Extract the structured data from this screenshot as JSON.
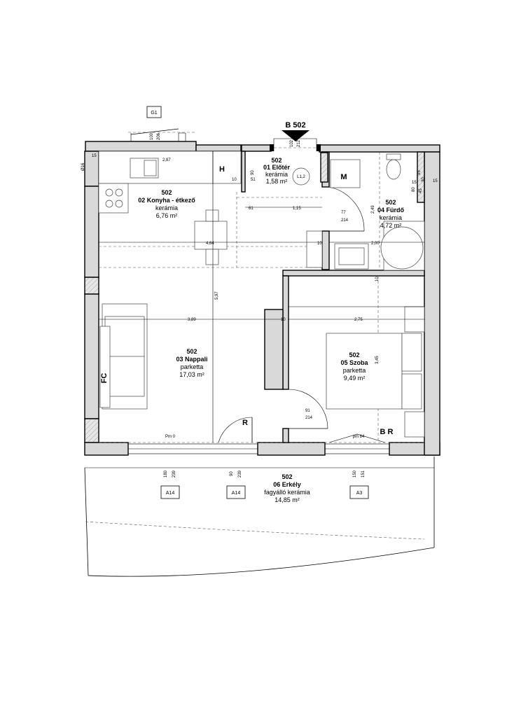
{
  "marker_top": "B 502",
  "rooms": {
    "eloter": {
      "num": "502",
      "name": "01 Előtér",
      "floor": "kerámia",
      "area": "1,58 m²"
    },
    "konyha": {
      "num": "502",
      "name": "02 Konyha - étkező",
      "floor": "kerámia",
      "area": "6,76 m²"
    },
    "nappali": {
      "num": "502",
      "name": "03 Nappali",
      "floor": "parketta",
      "area": "17,03 m²"
    },
    "furdo": {
      "num": "502",
      "name": "04 Fürdő",
      "floor": "kerámia",
      "area": "4,72 m²"
    },
    "szoba": {
      "num": "502",
      "name": "05 Szoba",
      "floor": "parketta",
      "area": "9,49 m²"
    },
    "erkely": {
      "num": "502",
      "name": "06 Erkély",
      "floor": "fagyálló kerámia",
      "area": "14,85 m²"
    }
  },
  "labels": {
    "h": "H",
    "m": "M",
    "r": "R",
    "br": "B R",
    "fc": "FC",
    "l12": "L1,2"
  },
  "levels": {
    "pm0": "Pm 0",
    "pm84": "pm 84"
  },
  "tags": {
    "g1": "G1",
    "a14_left": "A14",
    "a14_mid": "A14",
    "a3": "A3"
  },
  "dims": {
    "d100": "100",
    "d206": "206",
    "d102": "102",
    "d212": "212",
    "d287": "2,87",
    "d10a": "10",
    "d51": "51",
    "d90": "90",
    "d61": "61",
    "d115": "1,15",
    "d77": "77",
    "d214a": "214",
    "d249": "2,49",
    "d95": "95",
    "d30": "30",
    "d15a": "15",
    "d15b": "15",
    "d80": "80",
    "d45": "45",
    "d15c": "15",
    "d016": "Ø16",
    "d464": "4,64",
    "d10b": "10",
    "d200": "2,00",
    "d597": "5,97",
    "d10c": "10",
    "d389": "3,89",
    "d10d": "10",
    "d275": "2,75",
    "d345": "3,45",
    "d91": "91",
    "d214b": "214",
    "d180": "180",
    "d239a": "239",
    "d90b": "90",
    "d239b": "239",
    "d150": "150",
    "d151": "151"
  }
}
